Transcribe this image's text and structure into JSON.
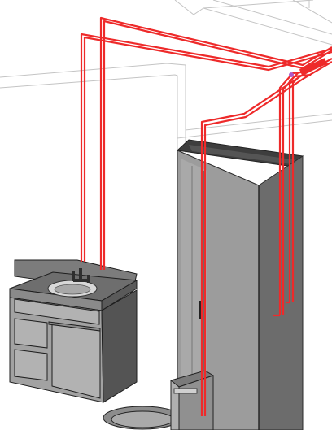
{
  "scene": {
    "background": "#ffffff",
    "pipe_color": "#ee2a2a",
    "fixture_light": "#9a9a9a",
    "fixture_dark": "#4a4a4a",
    "room_line": "#b8b8b8",
    "objects": [
      {
        "name": "vanity-cabinet"
      },
      {
        "name": "sink-basin"
      },
      {
        "name": "faucet"
      },
      {
        "name": "shower-enclosure"
      },
      {
        "name": "toilet"
      },
      {
        "name": "supply-pipes"
      }
    ]
  }
}
